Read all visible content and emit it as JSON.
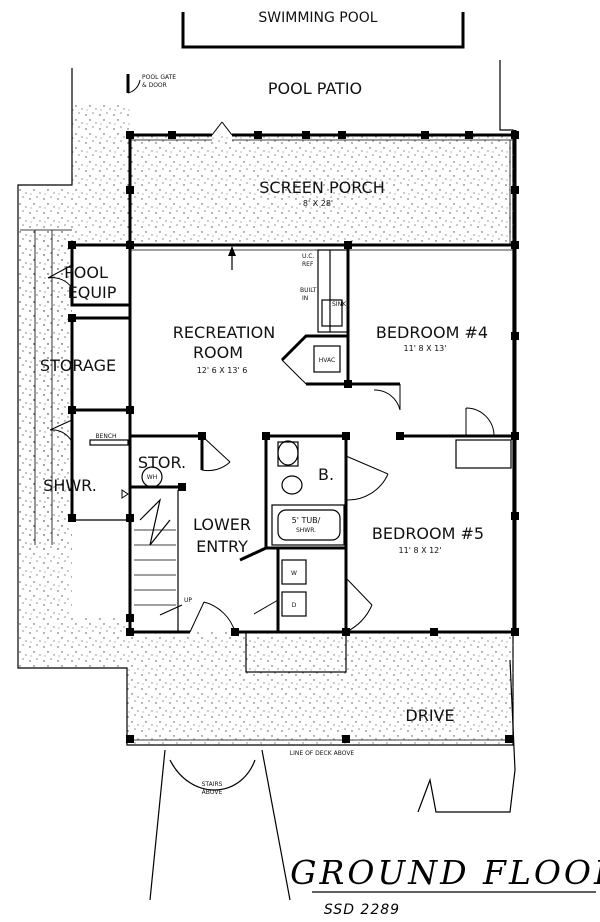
{
  "labels": {
    "swimming_pool": "SWIMMING POOL",
    "pool_patio": "POOL PATIO",
    "pool_gate": "POOL GATE",
    "pool_gate_2": "& DOOR",
    "screen_porch": "SCREEN PORCH",
    "screen_porch_dim": "8' X 28'",
    "pool_equip_1": "POOL",
    "pool_equip_2": "EQUIP",
    "storage": "STORAGE",
    "bench": "BENCH",
    "shwr": "SHWR.",
    "stor": "STOR.",
    "wh": "WH",
    "recreation_1": "RECREATION",
    "recreation_2": "ROOM",
    "recreation_dim": "12' 6 X 13' 6",
    "uc_ref_1": "U.C.",
    "uc_ref_2": "REF",
    "built_in_1": "BUILT",
    "built_in_2": "IN",
    "sink": "SINK",
    "hvac": "HVAC",
    "bedroom4": "BEDROOM #4",
    "bedroom4_dim": "11' 8 X 13'",
    "bath": "B.",
    "tub_1": "5' TUB/",
    "tub_2": "SHWR.",
    "washer": "W",
    "dryer": "D",
    "lower_entry_1": "LOWER",
    "lower_entry_2": "ENTRY",
    "up": "UP",
    "bedroom5": "BEDROOM #5",
    "bedroom5_dim": "11' 8 X 12'",
    "drive": "DRIVE",
    "line_of_deck": "LINE OF DECK ABOVE",
    "stairs_1": "STAIRS",
    "stairs_2": "ABOVE",
    "ground_floor": "GROUND FLOOR",
    "plan_code": "SSD 2289"
  }
}
